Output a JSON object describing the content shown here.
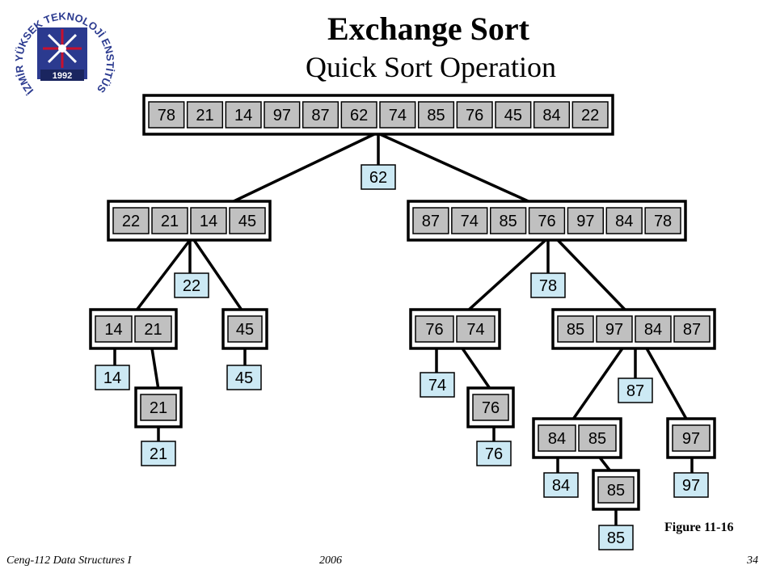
{
  "header": {
    "title": "Exchange Sort",
    "subtitle": "Quick Sort Operation"
  },
  "logo": {
    "ring_text": "İZMİR YÜKSEK TEKNOLOJİ ENSTİTÜSÜ",
    "year": "1992"
  },
  "colors": {
    "cell_fill": "#c0c0c0",
    "pivot_fill": "#cce9f4",
    "outline": "#000000",
    "logo_blue": "#2b3a8f",
    "logo_red": "#c8102e"
  },
  "diagram": {
    "nodes": [
      {
        "id": "root",
        "values": [
          "78",
          "21",
          "14",
          "97",
          "87",
          "62",
          "74",
          "85",
          "76",
          "45",
          "84",
          "22"
        ],
        "pivot": "62"
      },
      {
        "id": "left",
        "values": [
          "22",
          "21",
          "14",
          "45"
        ],
        "pivot": "22"
      },
      {
        "id": "right",
        "values": [
          "87",
          "74",
          "85",
          "76",
          "97",
          "84",
          "78"
        ],
        "pivot": "78"
      },
      {
        "id": "ll",
        "values": [
          "14",
          "21"
        ],
        "pivot": "14"
      },
      {
        "id": "lr",
        "values": [
          "45"
        ],
        "pivot": "45"
      },
      {
        "id": "ll_r",
        "values": [
          "21"
        ],
        "pivot": "21"
      },
      {
        "id": "rl",
        "values": [
          "76",
          "74"
        ],
        "pivot": "74"
      },
      {
        "id": "rr",
        "values": [
          "85",
          "97",
          "84",
          "87"
        ],
        "pivot": "87"
      },
      {
        "id": "rl_r",
        "values": [
          "76"
        ],
        "pivot": "76"
      },
      {
        "id": "rrl",
        "values": [
          "84",
          "85"
        ],
        "pivot": "84"
      },
      {
        "id": "rrr",
        "values": [
          "97"
        ],
        "pivot": "97"
      },
      {
        "id": "rrl_r",
        "values": [
          "85"
        ],
        "pivot": "85"
      }
    ]
  },
  "figure_label": "Figure 11-16",
  "footer": {
    "course": "Ceng-112 Data Structures I",
    "year": "2006",
    "page": "34"
  }
}
